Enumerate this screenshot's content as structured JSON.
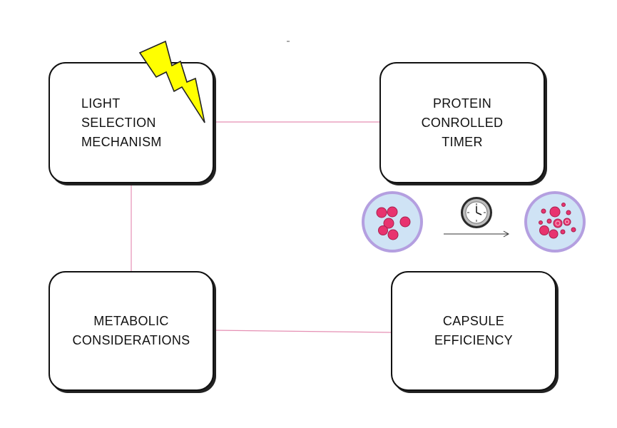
{
  "boxes": {
    "light_selection": {
      "lines": [
        "LIGHT",
        "SELECTION",
        "MECHANISM"
      ]
    },
    "protein_timer": {
      "lines": [
        "PROTEIN",
        "CONROLLED",
        "TIMER"
      ]
    },
    "metabolic": {
      "lines": [
        "METABOLIC",
        "CONSIDERATIONS"
      ]
    },
    "capsule": {
      "lines": [
        "CAPSULE",
        "EFFICIENCY"
      ]
    }
  },
  "icons": {
    "lightning": "lightning-bolt-icon",
    "clock": "clock-icon",
    "cell_before": "cell-before-icon",
    "cell_after": "cell-after-icon",
    "arrow": "arrow-right-icon"
  },
  "colors": {
    "connector": "#e58fb3",
    "bolt_fill": "#ffff00",
    "cell_membrane": "#b49fe0",
    "cell_fill": "#cfe3f5",
    "vesicle": "#e8336f"
  }
}
